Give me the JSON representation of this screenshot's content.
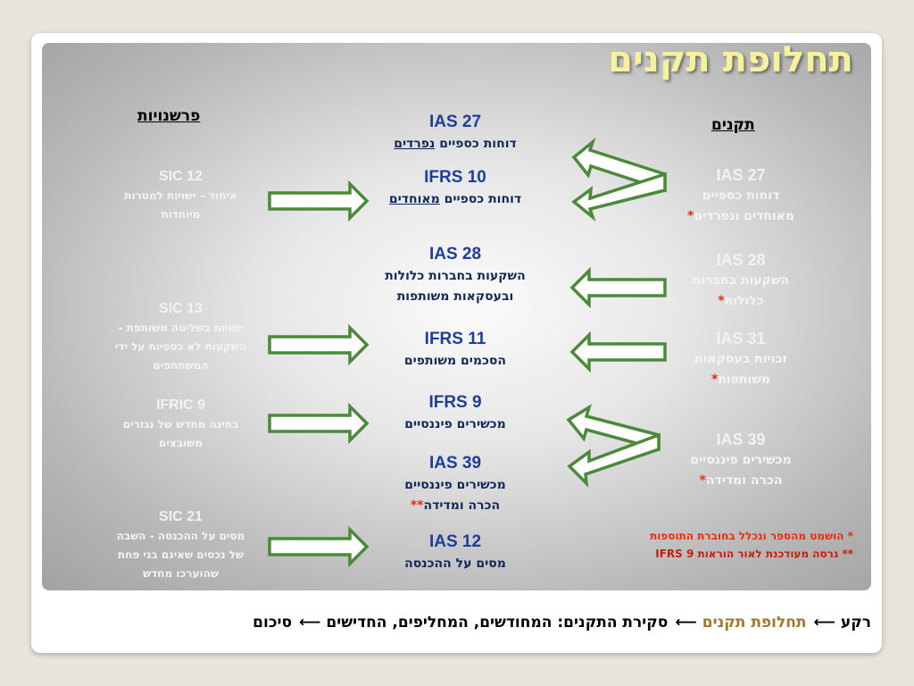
{
  "slide": {
    "title": "תחלופת תקנים",
    "headers": {
      "interpretations": "פרשנויות",
      "standards": "תקנים"
    },
    "center": [
      {
        "code": "IAS 27",
        "line1a": "דוחות כספיים ",
        "line1b": "נפרדים"
      },
      {
        "code": "IFRS 10",
        "line1a": "דוחות כספיים ",
        "line1b": "מאוחדים"
      },
      {
        "code": "IAS 28",
        "line1": "השקעות בחברות כלולות",
        "line2": "ובעסקאות משותפות"
      },
      {
        "code": "IFRS 11",
        "line1": "הסכמים משותפים"
      },
      {
        "code": "IFRS 9",
        "line1": "מכשירים פיננסיים"
      },
      {
        "code": "IAS 39",
        "line1": "מכשירים פיננסיים",
        "line2": "הכרה ומדידה",
        "mark": "**"
      },
      {
        "code": "IAS 12",
        "line1": "מסים על ההכנסה"
      }
    ],
    "right": [
      {
        "code": "IAS 27",
        "line1": "דוחות כספיים",
        "line2": "מאוחדים ונפרדים",
        "mark": "*"
      },
      {
        "code": "IAS 28",
        "line1": "השקעות בחברות",
        "line2": "כלולות",
        "mark": "*"
      },
      {
        "code": "IAS 31",
        "line1": "זכויות בעסקאות",
        "line2": "משותפות",
        "mark": "*"
      },
      {
        "code": "IAS 39",
        "line1": "מכשירים פיננסיים",
        "line2": "הכרה ומדידה",
        "mark": "*"
      }
    ],
    "left": [
      {
        "code": "SIC 12",
        "line1": "איחוד – ישויות למטרות",
        "line2": "מיוחדות"
      },
      {
        "code": "SIC 13",
        "line1": "ישויות בשליטה משותפת -",
        "line2": "השקעות לא כספיות על ידי",
        "line3": "המשתתפים"
      },
      {
        "code": "IFRIC 9",
        "line1": "בחינה מחדש של נגזרים",
        "line2": "משובצים"
      },
      {
        "code": "SIC 21",
        "line1": "מסים על ההכנסה - השבה",
        "line2": "של נכסים שאינם בני פחת",
        "line3": "שהוערכו מחדש"
      }
    ],
    "notes": [
      "* הושמט מהספר ונכלל בחוברת התוספות",
      "** גרסה מעודכנת לאור הוראות IFRS 9"
    ],
    "nav": {
      "items": [
        "רקע",
        "תחלופת תקנים",
        "סקירת התקנים: המחודשים, המחליפים, החדישים",
        "סיכום"
      ],
      "arrow": "⟵"
    },
    "colors": {
      "arrow_stroke": "#4a8a3a",
      "title": "#f6f29c",
      "code_blue": "#1f3d99",
      "note_red": "#e62c0e",
      "nav_current": "#a07a2c"
    }
  }
}
